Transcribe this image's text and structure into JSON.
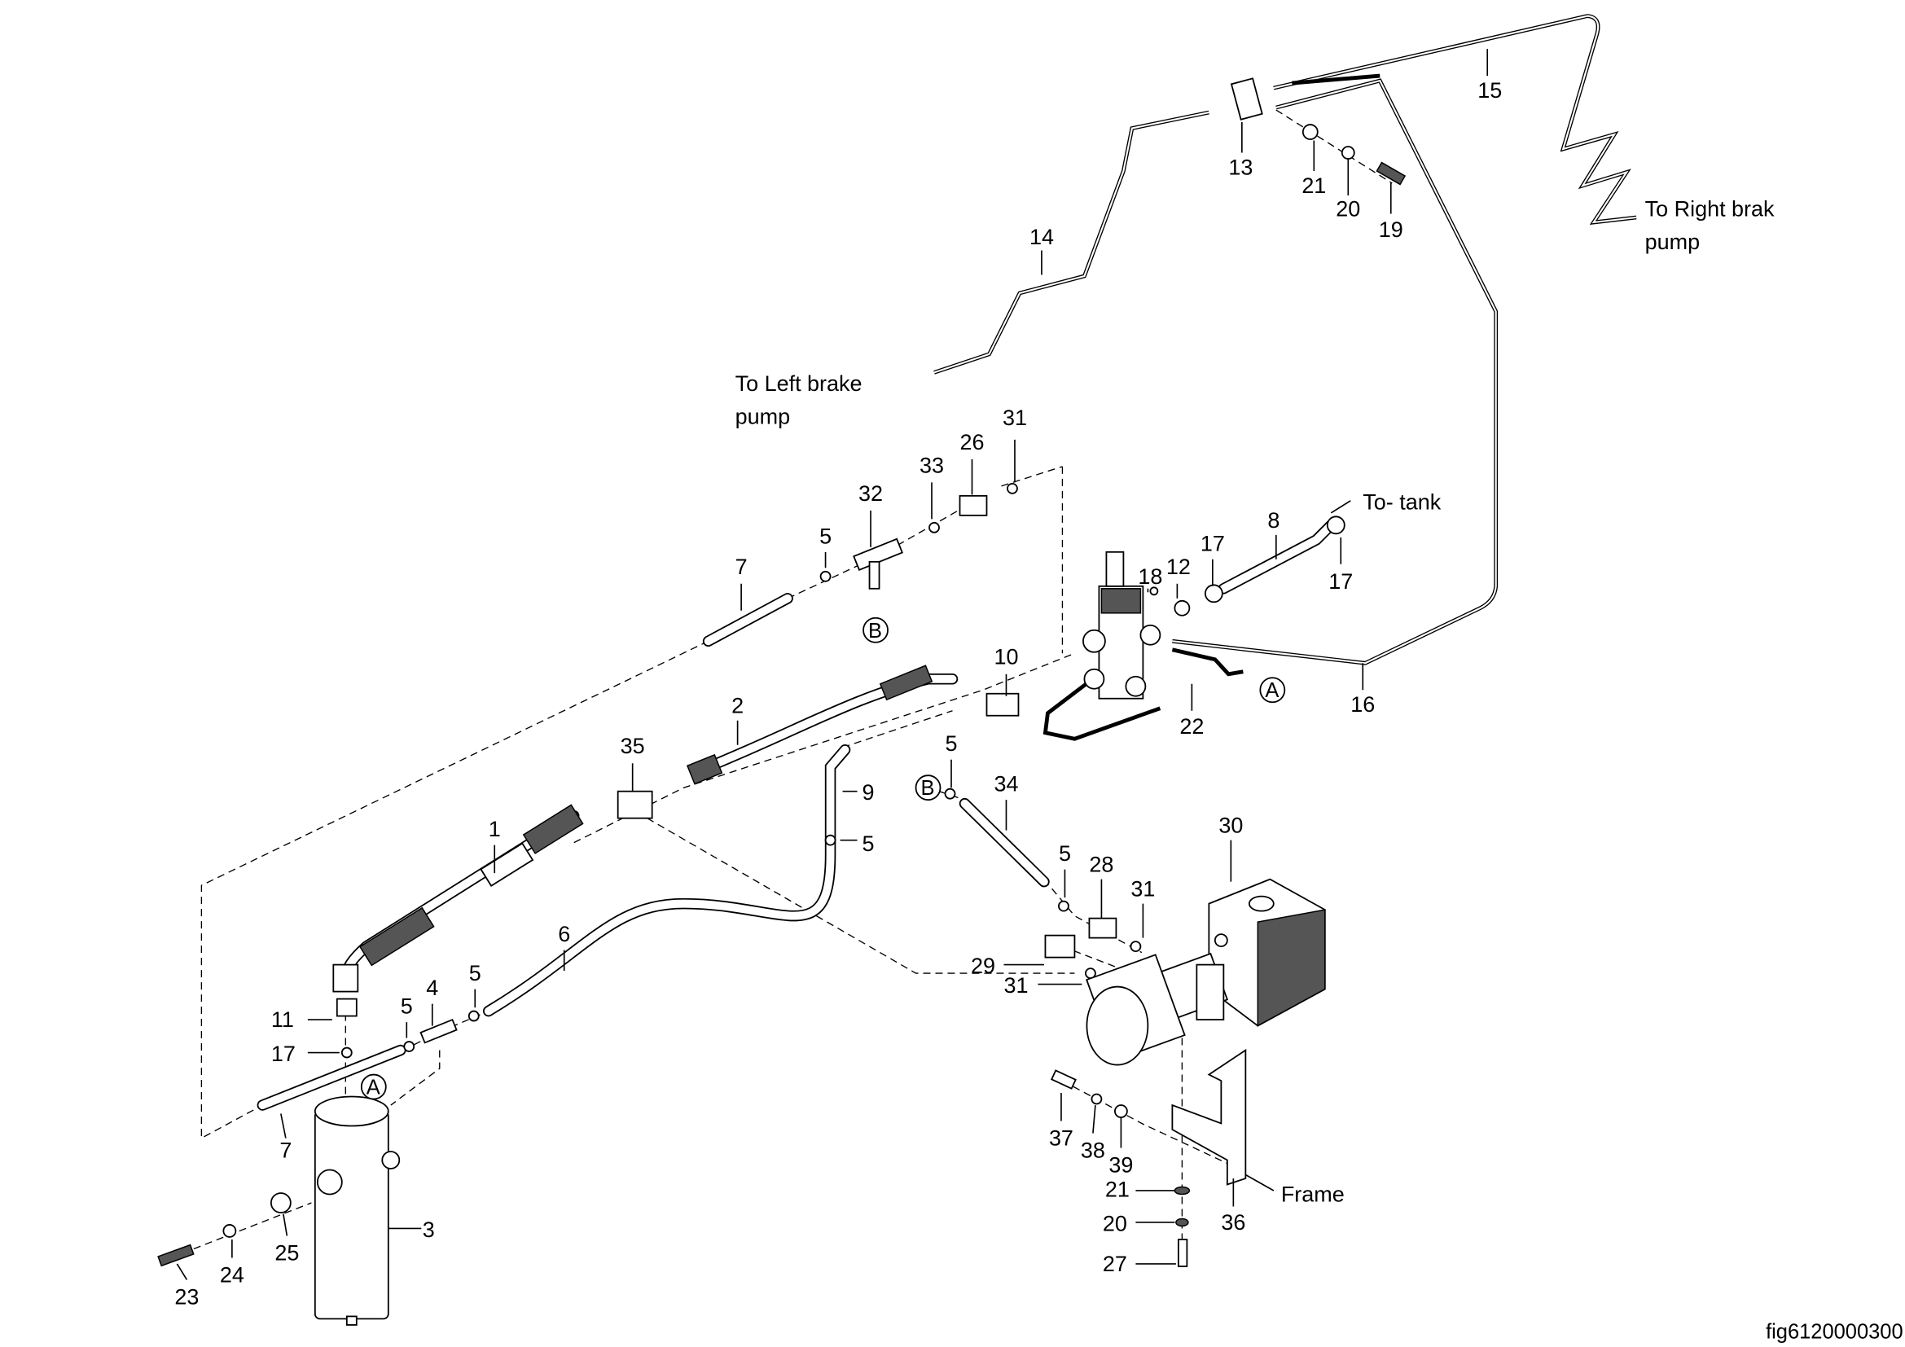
{
  "callouts": [
    "15",
    "13",
    "21",
    "20",
    "19",
    "14",
    "31",
    "26",
    "33",
    "32",
    "5",
    "7",
    "8",
    "17",
    "18",
    "12",
    "17",
    "10",
    "2",
    "22",
    "16",
    "35",
    "5",
    "34",
    "9",
    "30",
    "1",
    "5",
    "5",
    "28",
    "31",
    "6",
    "29",
    "31",
    "5",
    "4",
    "5",
    "11",
    "17",
    "7",
    "37",
    "38",
    "39",
    "21",
    "20",
    "36",
    "27",
    "3",
    "25",
    "24",
    "23"
  ],
  "annotations": {
    "left_brake_line1": "To Left brake",
    "left_brake_line2": "pump",
    "right_brake_line1": "To Right brak",
    "right_brake_line2": "pump",
    "tank": "To- tank",
    "frame": "Frame"
  },
  "connection_markers": [
    "B",
    "A",
    "B",
    "A"
  ],
  "figure_id": "fig6120000300"
}
